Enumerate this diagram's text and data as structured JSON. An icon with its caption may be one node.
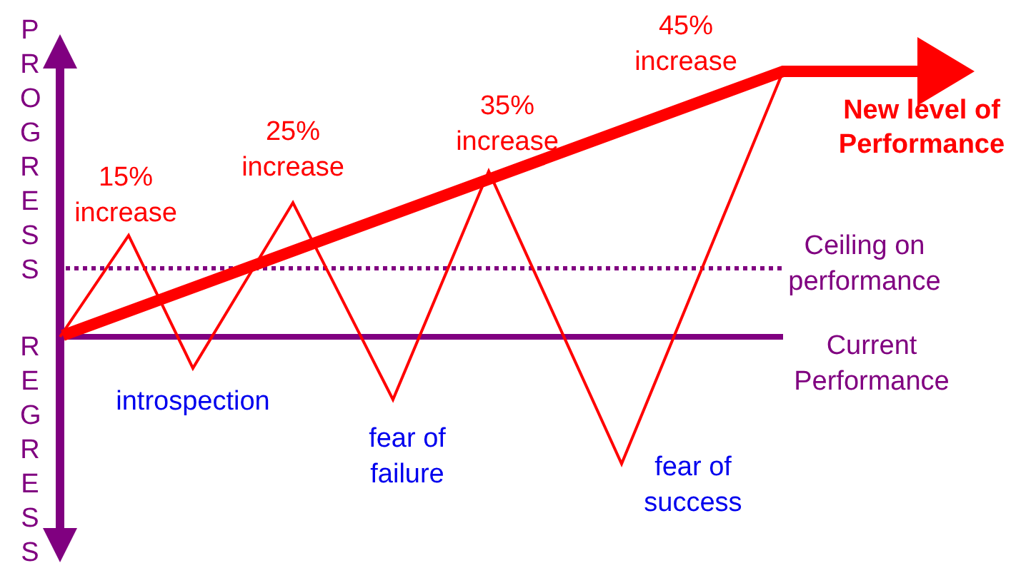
{
  "diagram": {
    "labels": [
      "45% increase",
      "New level of Performance",
      "25% increase",
      "35% increase",
      "15% increase",
      "Ceiling on performance",
      "Current Performance",
      "introspection",
      "fear of failure",
      "fear of success",
      "PROGRESS",
      "REGRESS"
    ]
  }
}
